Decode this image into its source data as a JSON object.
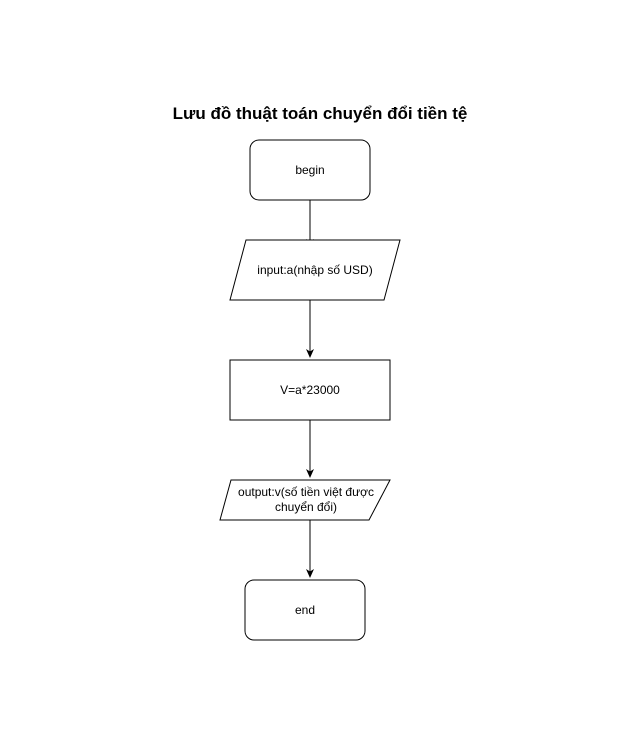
{
  "title": "Lưu đồ thuật toán chuyển đổi tiền tệ",
  "nodes": {
    "start": {
      "shape": "rounded-rectangle",
      "label": "begin"
    },
    "input": {
      "shape": "parallelogram",
      "label": "input:a(nhập số USD)"
    },
    "process": {
      "shape": "rectangle",
      "label": "V=a*23000"
    },
    "output": {
      "shape": "parallelogram",
      "label": "output:v(số tiền việt được chuyển đổi)"
    },
    "end": {
      "shape": "rounded-rectangle",
      "label": "end"
    }
  },
  "edges": [
    {
      "from": "start",
      "to": "input"
    },
    {
      "from": "input",
      "to": "process"
    },
    {
      "from": "process",
      "to": "output"
    },
    {
      "from": "output",
      "to": "end"
    }
  ],
  "colors": {
    "stroke": "#000000",
    "fill": "#ffffff",
    "text": "#000000"
  }
}
